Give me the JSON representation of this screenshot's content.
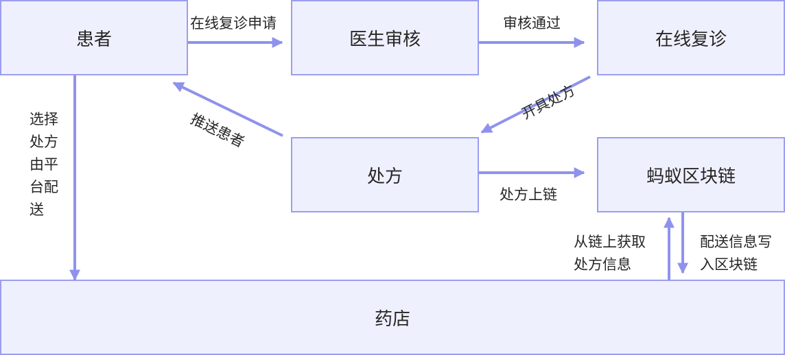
{
  "nodes": {
    "patient": "患者",
    "doctor_review": "医生审核",
    "online_consult": "在线复诊",
    "prescription": "处方",
    "blockchain": "蚂蚁区块链",
    "pharmacy": "药店"
  },
  "edges": {
    "apply": "在线复诊申请",
    "approved": "审核通过",
    "issue_rx": "开具处方",
    "push_patient": "推送患者",
    "rx_onchain": "处方上链",
    "choose_delivery_lines": [
      "选择",
      "处方",
      "由平",
      "台配",
      "送"
    ],
    "fetch_onchain_lines": [
      "从链上获取",
      "处方信息"
    ],
    "write_chain_lines": [
      "配送信息写",
      "入区块链"
    ]
  },
  "colors": {
    "node_fill": "#eff0fe",
    "node_border": "#9a9df0",
    "arrow": "#8f92ec",
    "text": "#262626"
  }
}
